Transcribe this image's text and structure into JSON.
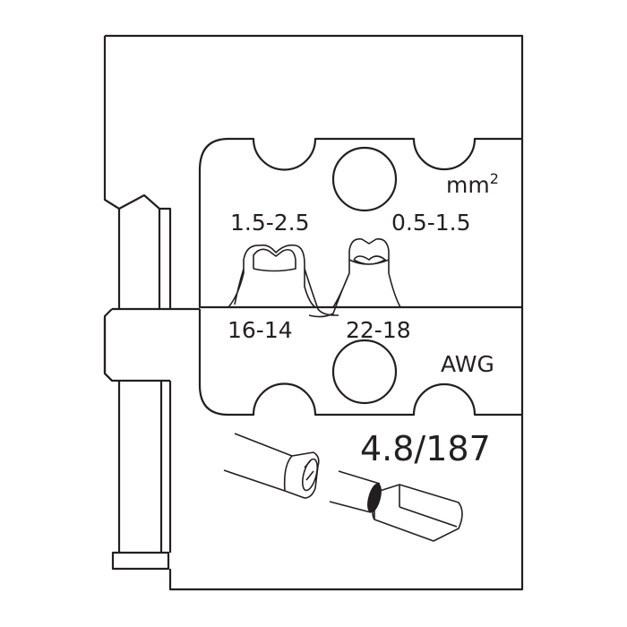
{
  "labels": {
    "unit_metric": "mm",
    "unit_metric_exp": "2",
    "range_left_mm": "1.5-2.5",
    "range_right_mm": "0.5-1.5",
    "range_left_awg": "16-14",
    "range_right_awg": "22-18",
    "unit_awg": "AWG",
    "terminal_size": "4.8/187"
  },
  "colors": {
    "line": "#231f20",
    "background": "#ffffff"
  }
}
